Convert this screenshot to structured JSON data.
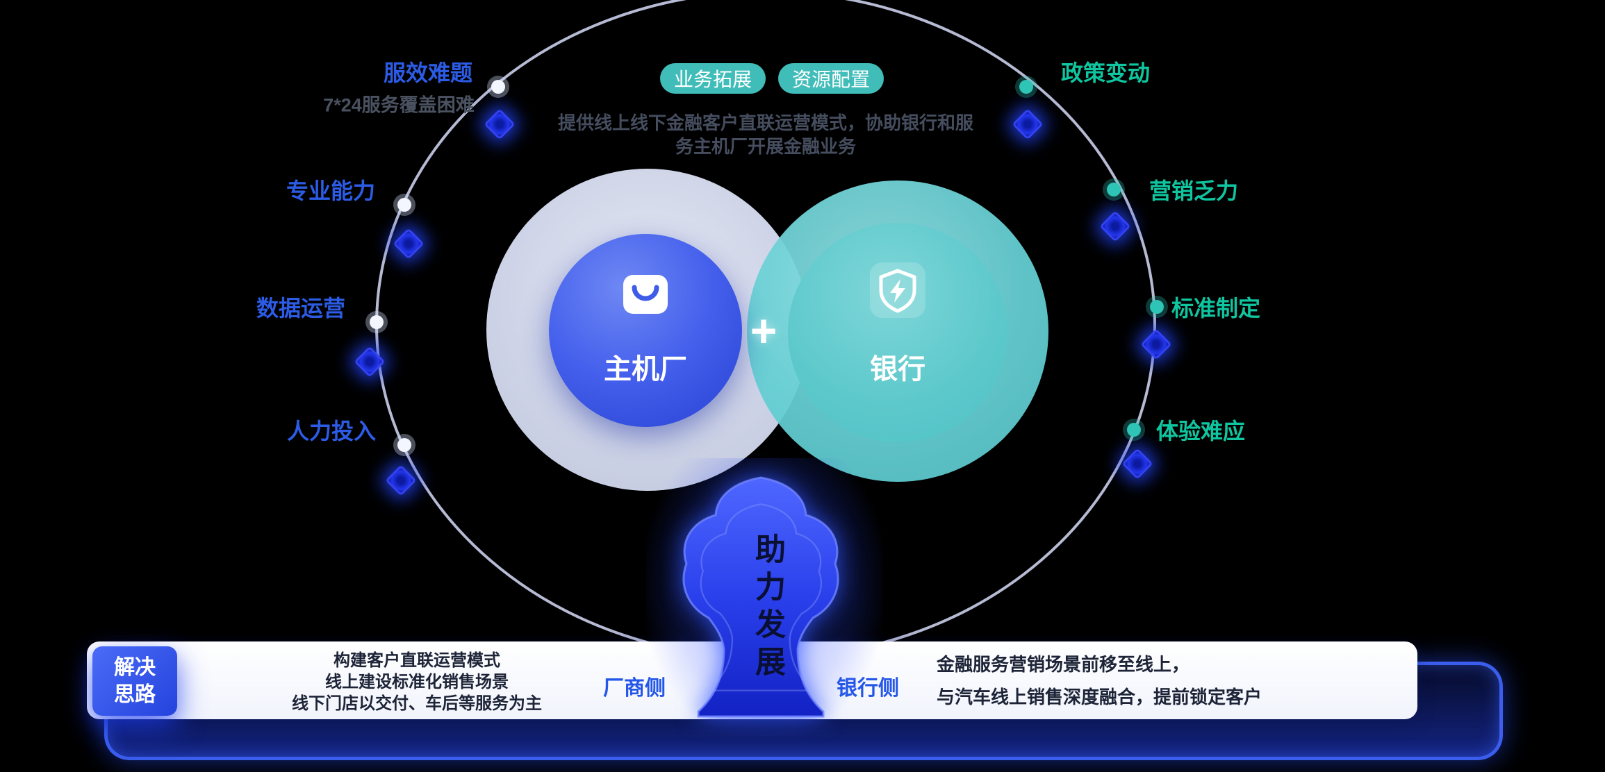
{
  "header": {
    "pills": [
      {
        "label": "业务拓展"
      },
      {
        "label": "资源配置"
      }
    ],
    "description": [
      "提供线上线下金融客户直联运营模式，协助银行和服",
      "务主机厂开展金融业务"
    ]
  },
  "left_items": [
    {
      "label": "服效难题",
      "sub": "7*24服务覆盖困难"
    },
    {
      "label": "专业能力"
    },
    {
      "label": "数据运营"
    },
    {
      "label": "人力投入"
    }
  ],
  "right_items": [
    {
      "label": "政策变动"
    },
    {
      "label": "营销乏力"
    },
    {
      "label": "标准制定"
    },
    {
      "label": "体验难应"
    }
  ],
  "venn": {
    "left_label": "主机厂",
    "plus": "+",
    "right_label": "银行"
  },
  "beacon": {
    "text": "助力发展"
  },
  "solution_bar": {
    "badge_lines": [
      "解决",
      "思路"
    ],
    "manufacturer_lines": [
      "构建客户直联运营模式",
      "线上建设标准化销售场景",
      "线下门店以交付、车后等服务为主"
    ],
    "manufacturer_label": "厂商侧",
    "bank_label": "银行侧",
    "bank_lines": [
      "金融服务营销场景前移至线上，",
      "与汽车线上销售深度融合，提前锁定客户"
    ]
  },
  "colors": {
    "background": "#000000",
    "left_accent": "#2c5ce6",
    "right_accent": "#0fc6a0",
    "pill_bg": "#41bdb9",
    "blue_circle": "#3a57e8",
    "teal_circle": "#5fced2",
    "glow_blue": "#2336ee",
    "bar_text": "#1d2437",
    "muted_text": "#454d5e"
  }
}
